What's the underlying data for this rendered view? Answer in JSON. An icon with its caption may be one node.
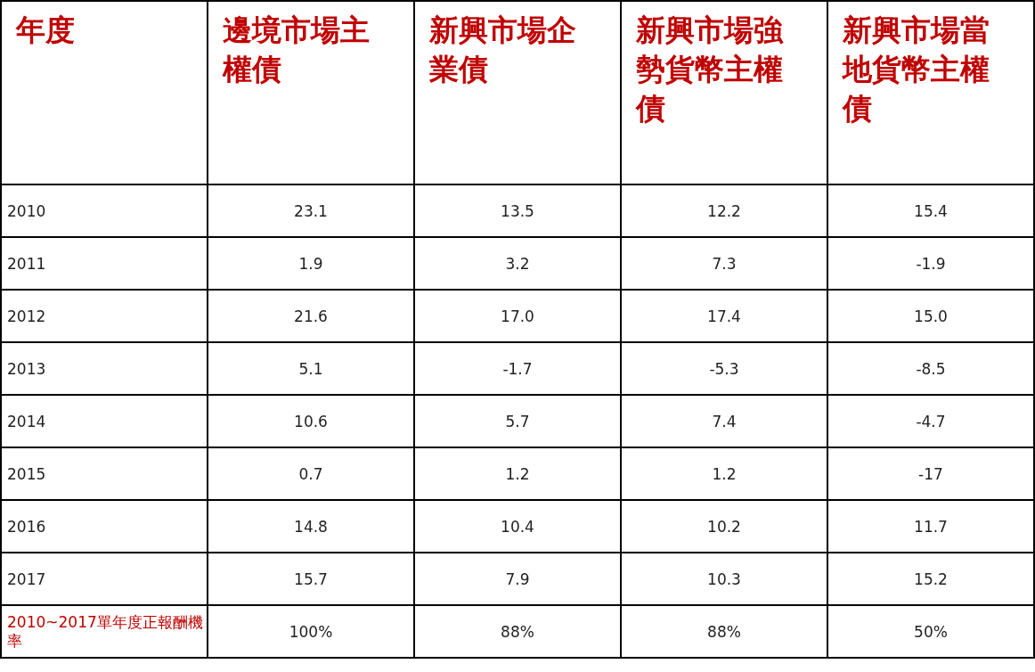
{
  "diagram": {
    "labels": [
      "年度",
      "邊境市場主權債",
      "新興市場企業債",
      "新興市場強勢貨幣主權債",
      "新興市場當地貨幣主權債",
      "2010",
      "23.1",
      "13.5",
      "12.2",
      "15.4",
      "2011",
      "1.9",
      "3.2",
      "7.3",
      "-1.9",
      "2012",
      "21.6",
      "17.0",
      "17.4",
      "15.0",
      "2013",
      "5.1",
      "-1.7",
      "-5.3",
      "-8.5",
      "2014",
      "10.6",
      "5.7",
      "7.4",
      "-4.7",
      "2015",
      "0.7",
      "1.2",
      "1.2",
      "-17",
      "2016",
      "14.8",
      "10.4",
      "10.2",
      "11.7",
      "2017",
      "15.7",
      "7.9",
      "10.3",
      "15.2",
      "2010~2017單年度正報酬機率",
      "100%",
      "88%",
      "88%",
      "50%"
    ]
  }
}
